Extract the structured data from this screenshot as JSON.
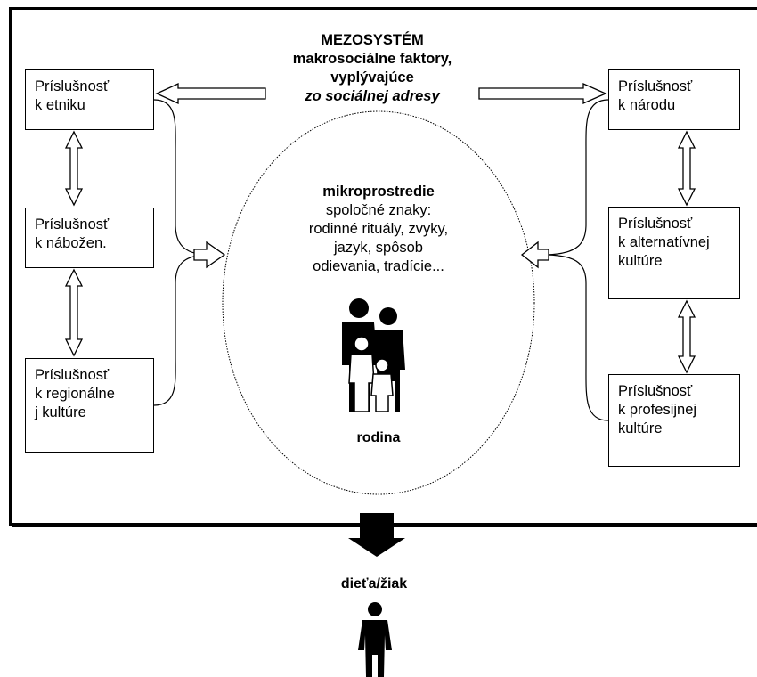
{
  "mezosystem": {
    "title": "MEZOSYSTÉM",
    "line1": "makrosociálne faktory,",
    "line2": "vyplývajúce",
    "line3": "zo sociálnej adresy"
  },
  "left_boxes": [
    {
      "lines": [
        "Príslušnosť",
        "k etniku"
      ]
    },
    {
      "lines": [
        "Príslušnosť",
        "k nábožen."
      ]
    },
    {
      "lines": [
        "Príslušnosť",
        "k regionálne",
        "j kultúre"
      ]
    }
  ],
  "right_boxes": [
    {
      "lines": [
        "Príslušnosť",
        "k národu"
      ]
    },
    {
      "lines": [
        "Príslušnosť",
        "k alternatívnej",
        "kultúre"
      ]
    },
    {
      "lines": [
        "Príslušnosť",
        "k profesijnej",
        "kultúre"
      ]
    }
  ],
  "micro": {
    "title": "mikroprostredie",
    "lines": [
      "spoločné znaky:",
      "rodinné rituály, zvyky,",
      "jazyk, spôsob",
      "odievania, tradície..."
    ]
  },
  "family_label": "rodina",
  "child_label": "dieťa/žiak",
  "icons": {
    "family": "family-icon",
    "child": "child-icon"
  }
}
